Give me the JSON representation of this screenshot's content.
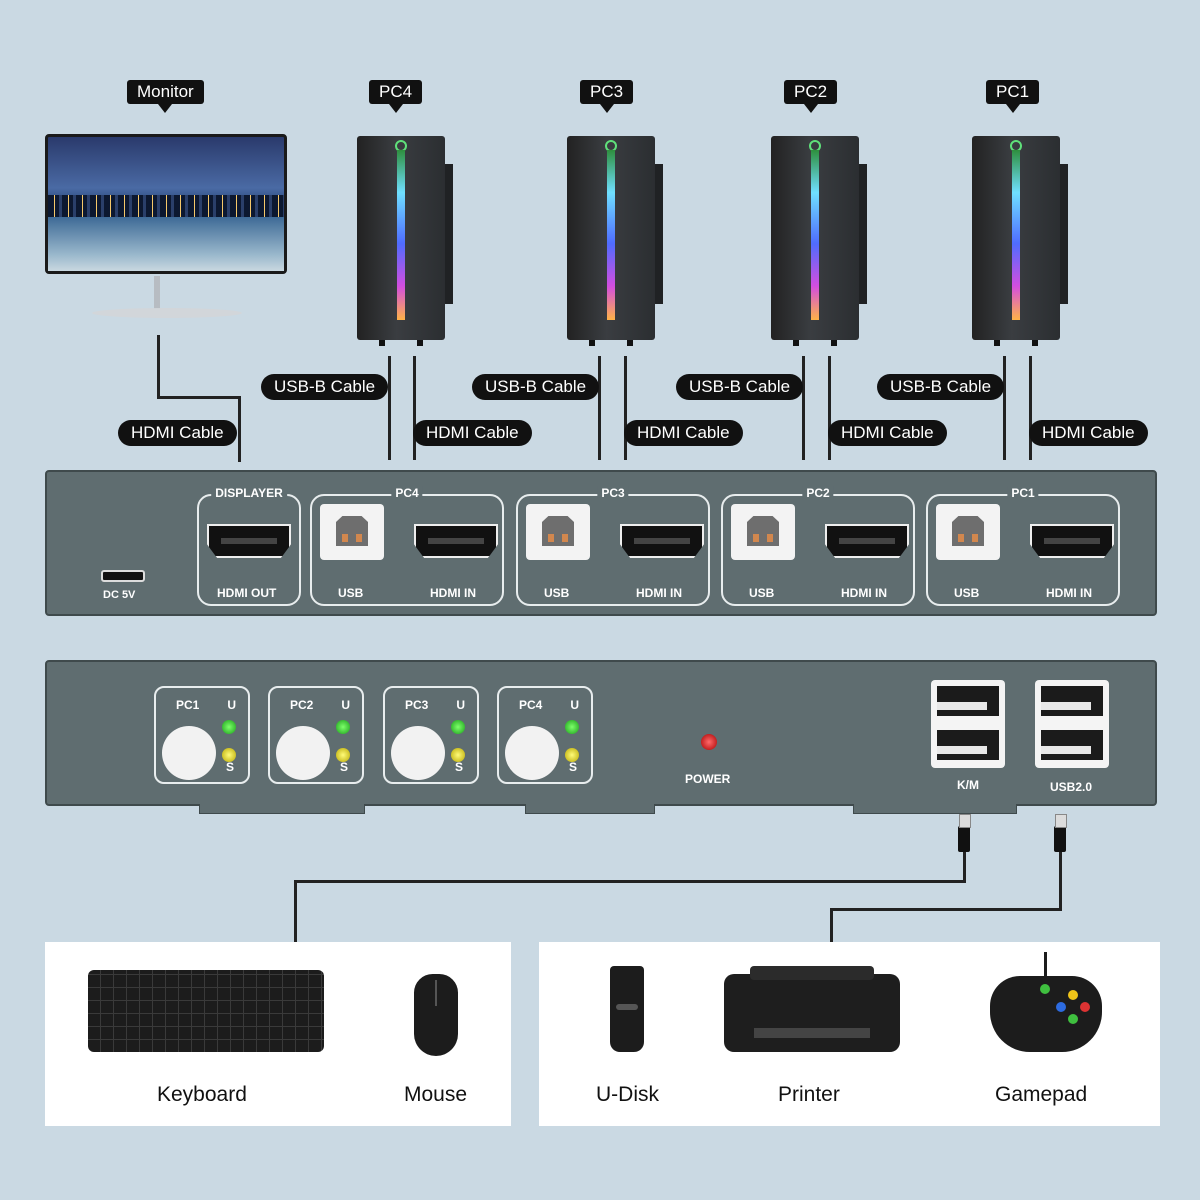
{
  "top": {
    "monitor_tag": "Monitor",
    "pc_tags": [
      "PC4",
      "PC3",
      "PC2",
      "PC1"
    ]
  },
  "cables": {
    "usb_b": "USB-B Cable",
    "hdmi": "HDMI Cable"
  },
  "rear_panel": {
    "dc_label": "DC 5V",
    "displayer_title": "DISPLAYER",
    "hdmi_out": "HDMI OUT",
    "usb_label": "USB",
    "hdmi_in": "HDMI IN",
    "groups": [
      "PC4",
      "PC3",
      "PC2",
      "PC1"
    ]
  },
  "front_panel": {
    "switches": [
      "PC1",
      "PC2",
      "PC3",
      "PC4"
    ],
    "u_label": "U",
    "s_label": "S",
    "power_label": "POWER",
    "km_label": "K/M",
    "usb2_label": "USB2.0"
  },
  "devices": {
    "keyboard": "Keyboard",
    "mouse": "Mouse",
    "udisk": "U-Disk",
    "printer": "Printer",
    "gamepad": "Gamepad"
  },
  "colors": {
    "background": "#cad9e3",
    "panel": "#5f6d70",
    "tag": "#111111",
    "led_green": "#3fd33f",
    "led_yellow": "#e6e03a",
    "led_red": "#d11a1a"
  },
  "icons": [
    "monitor-icon",
    "pc-tower-icon",
    "hdmi-port-icon",
    "usb-b-port-icon",
    "usb-a-port-icon",
    "keyboard-icon",
    "mouse-icon",
    "udisk-icon",
    "printer-icon",
    "gamepad-icon"
  ]
}
